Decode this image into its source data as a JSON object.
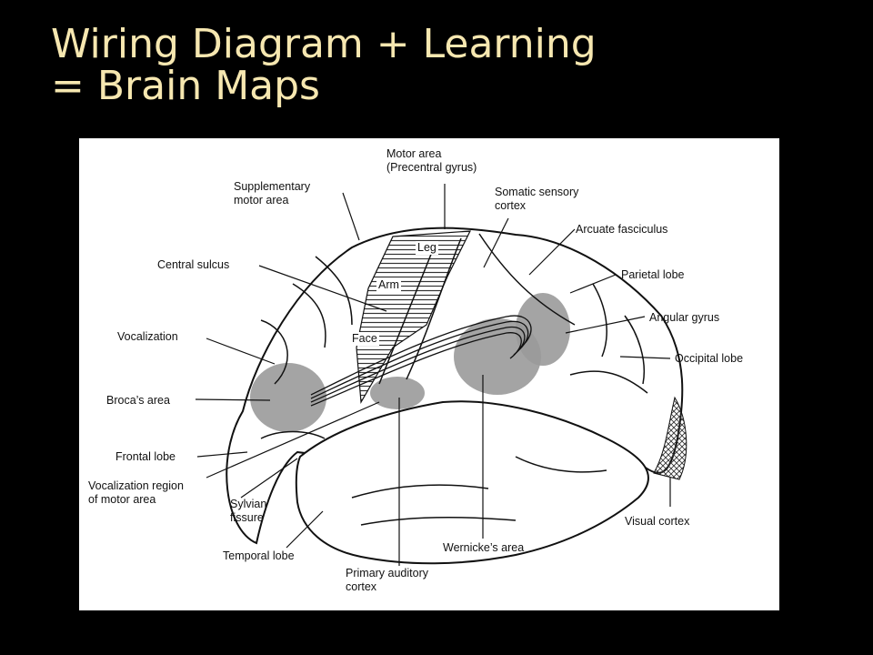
{
  "slide": {
    "title_line1": "Wiring Diagram + Learning",
    "title_line2": "= Brain Maps"
  },
  "diagram": {
    "labels": {
      "motor_area": "Motor area\n(Precentral gyrus)",
      "supplementary_motor_area": "Supplementary\nmotor area",
      "somatic_sensory_cortex": "Somatic sensory\ncortex",
      "arcuate_fasciculus": "Arcuate fasciculus",
      "central_sulcus": "Central sulcus",
      "parietal_lobe": "Parietal lobe",
      "angular_gyrus": "Angular gyrus",
      "vocalization": "Vocalization",
      "occipital_lobe": "Occipital lobe",
      "brocas_area": "Broca’s area",
      "frontal_lobe": "Frontal lobe",
      "vocalization_region": "Vocalization region\nof motor area",
      "sylvian_fissure": "Sylvian\nfissure",
      "temporal_lobe": "Temporal lobe",
      "primary_auditory_cortex": "Primary auditory\ncortex",
      "wernickes_area": "Wernicke’s area",
      "visual_cortex": "Visual cortex",
      "leg": "Leg",
      "arm": "Arm",
      "face": "Face"
    }
  },
  "colors": {
    "background": "#000000",
    "title": "#f6e7b0",
    "panel": "#ffffff",
    "shade": "#9a9a9a"
  }
}
